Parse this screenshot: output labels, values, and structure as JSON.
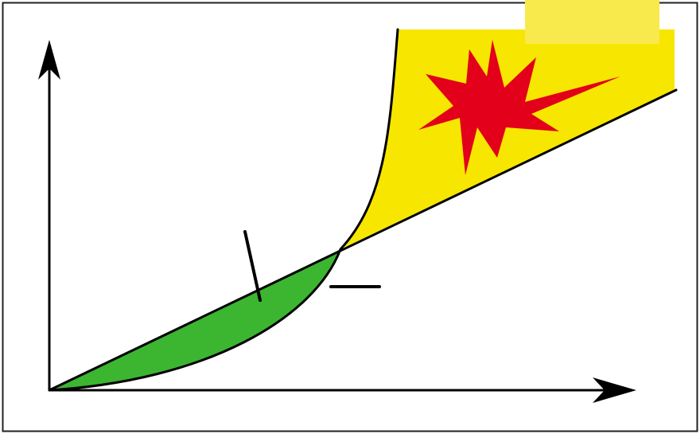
{
  "diagram": {
    "colors": {
      "background": "#ffffff",
      "frame": "#222222",
      "axes": "#000000",
      "curves": "#000000",
      "stable_region": "#3cb531",
      "runaway_region": "#f7e600",
      "explosion_star": "#e2001a",
      "label_box": "#f8e94d"
    },
    "regions": [
      {
        "name": "stable-region",
        "color": "stable_region"
      },
      {
        "name": "runaway-region",
        "color": "runaway_region"
      }
    ],
    "markers": [
      {
        "name": "explosion-icon",
        "icon": "explosion-star"
      },
      {
        "name": "minus-marker",
        "icon": "minus-sign"
      },
      {
        "name": "tick-marker",
        "icon": "leader-line"
      }
    ]
  }
}
